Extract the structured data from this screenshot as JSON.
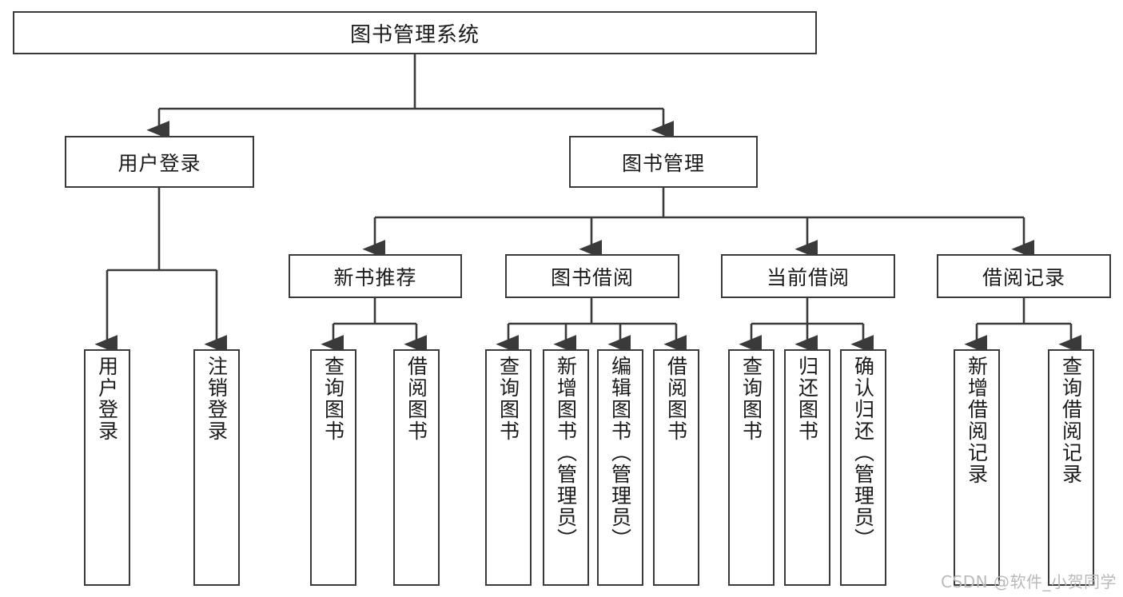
{
  "diagram": {
    "type": "tree",
    "title": "图书管理系统",
    "watermark": "CSDN @软件_小贺同学",
    "colors": {
      "stroke": "#3a3a3a",
      "fill": "#ffffff",
      "text": "#1a1a1a",
      "watermark": "#b9b9b9"
    },
    "nodes": {
      "root": {
        "label": "图书管理系统"
      },
      "level2": [
        {
          "id": "user-login",
          "label": "用户登录"
        },
        {
          "id": "book-manage",
          "label": "图书管理"
        }
      ],
      "level3": [
        {
          "id": "new-book-rec",
          "label": "新书推荐"
        },
        {
          "id": "book-borrow",
          "label": "图书借阅"
        },
        {
          "id": "current-borrow",
          "label": "当前借阅"
        },
        {
          "id": "borrow-record",
          "label": "借阅记录"
        }
      ],
      "leaves": {
        "user_login": [
          {
            "id": "leaf-user-login",
            "label": "用户登录"
          },
          {
            "id": "leaf-logout",
            "label": "注销登录"
          }
        ],
        "new_book_rec": [
          {
            "id": "leaf-query-book-1",
            "label": "查询图书"
          },
          {
            "id": "leaf-borrow-book-1",
            "label": "借阅图书"
          }
        ],
        "book_borrow": [
          {
            "id": "leaf-query-book-2",
            "label": "查询图书"
          },
          {
            "id": "leaf-add-book",
            "label": "新增图书（管理员）"
          },
          {
            "id": "leaf-edit-book",
            "label": "编辑图书（管理员）"
          },
          {
            "id": "leaf-borrow-book-2",
            "label": "借阅图书"
          }
        ],
        "current_borrow": [
          {
            "id": "leaf-query-book-3",
            "label": "查询图书"
          },
          {
            "id": "leaf-return-book",
            "label": "归还图书"
          },
          {
            "id": "leaf-confirm-return",
            "label": "确认归还（管理员）"
          }
        ],
        "borrow_record": [
          {
            "id": "leaf-add-record",
            "label": "新增借阅记录"
          },
          {
            "id": "leaf-query-record",
            "label": "查询借阅记录"
          }
        ]
      }
    }
  }
}
